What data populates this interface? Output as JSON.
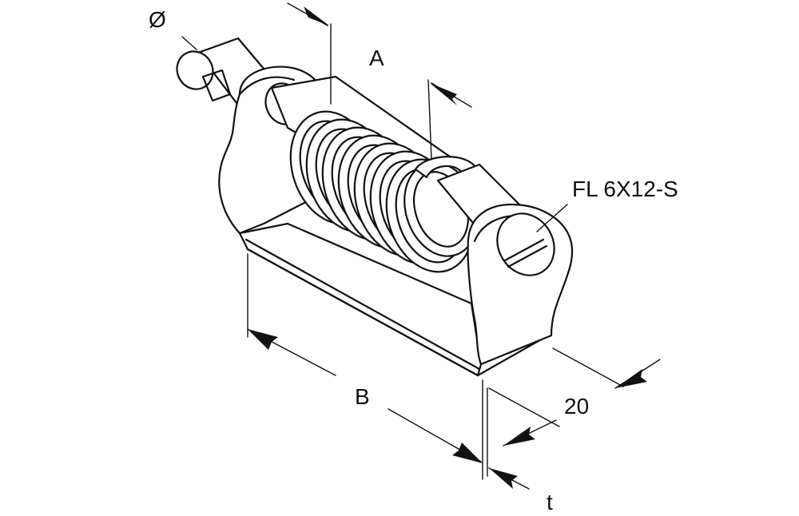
{
  "labels": {
    "diameter": "Ø",
    "dim_a": "A",
    "dim_b": "B",
    "dim_width": "20",
    "dim_t": "t",
    "screw": "FL 6X12-S"
  }
}
